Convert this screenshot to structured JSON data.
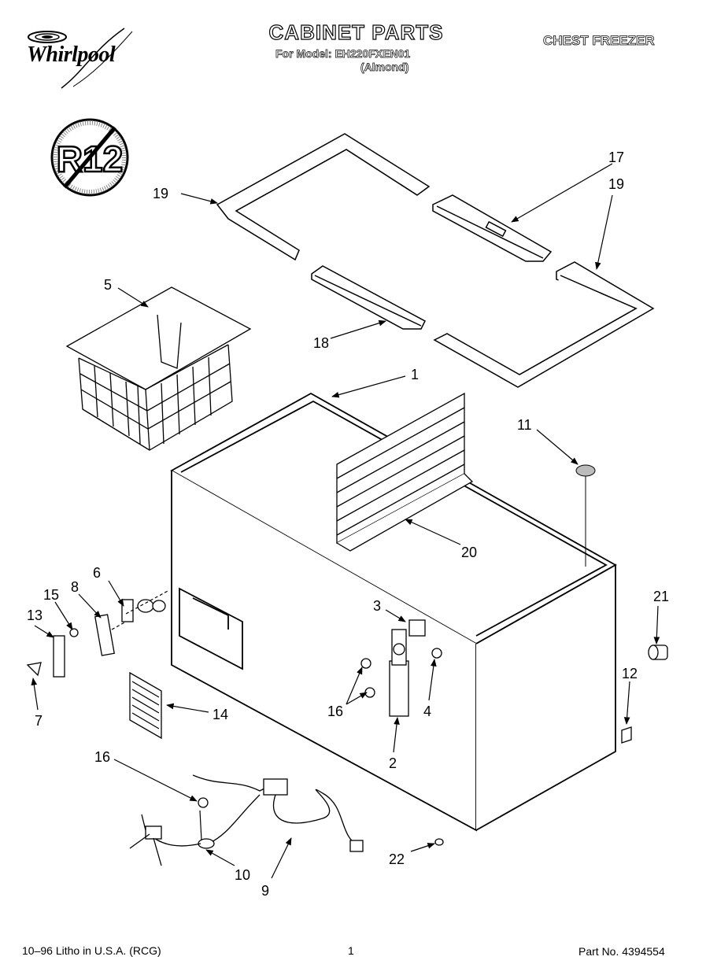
{
  "header": {
    "brand": "Whirlpool",
    "title": "CABINET PARTS",
    "model_line": "For Model: EH220FXEN01",
    "color_line": "(Almond)",
    "product": "CHEST FREEZER"
  },
  "badge": {
    "text": "R12"
  },
  "callouts": {
    "c1": "1",
    "c2": "2",
    "c3": "3",
    "c4": "4",
    "c5": "5",
    "c6": "6",
    "c7": "7",
    "c8": "8",
    "c9": "9",
    "c10": "10",
    "c11": "11",
    "c12": "12",
    "c13": "13",
    "c14": "14",
    "c15": "15",
    "c16a": "16",
    "c16b": "16",
    "c17": "17",
    "c18": "18",
    "c19a": "19",
    "c19b": "19",
    "c20": "20",
    "c21": "21",
    "c22": "22"
  },
  "footer": {
    "print_info": "10–96 Litho in U.S.A. (RCG)",
    "page": "1",
    "part_number": "Part No. 4394554"
  }
}
